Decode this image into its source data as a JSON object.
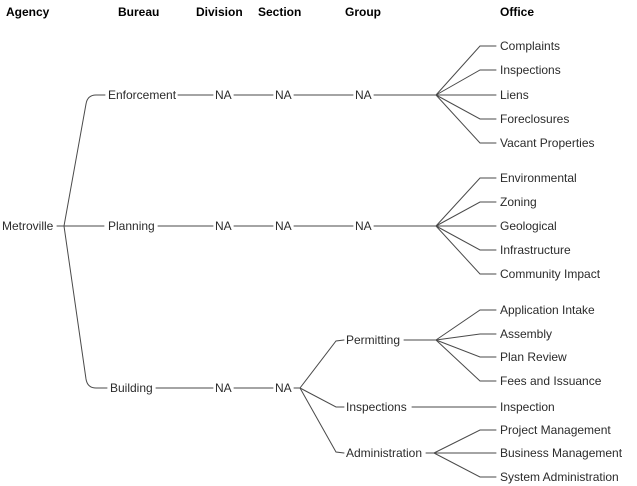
{
  "diagram": {
    "type": "org-chart-tree",
    "columns": [
      "Agency",
      "Bureau",
      "Division",
      "Section",
      "Group",
      "Office"
    ],
    "root": {
      "label": "Metroville"
    },
    "bureaus": [
      {
        "label": "Enforcement",
        "division": "NA",
        "section": "NA",
        "group": "NA",
        "offices": [
          "Complaints",
          "Inspections",
          "Liens",
          "Foreclosures",
          "Vacant Properties"
        ]
      },
      {
        "label": "Planning",
        "division": "NA",
        "section": "NA",
        "group": "NA",
        "offices": [
          "Environmental",
          "Zoning",
          "Geological",
          "Infrastructure",
          "Community Impact"
        ]
      },
      {
        "label": "Building",
        "division": "NA",
        "section": "NA",
        "groups": [
          {
            "label": "Permitting",
            "offices": [
              "Application Intake",
              "Assembly",
              "Plan Review",
              "Fees and Issuance"
            ]
          },
          {
            "label": "Inspections",
            "offices": [
              "Inspection"
            ]
          },
          {
            "label": "Administration",
            "offices": [
              "Project Management",
              "Business Management",
              "System Administration"
            ]
          }
        ]
      }
    ],
    "colors": {
      "background": "#ffffff",
      "line": "#4a4a4a",
      "text": "#2b2b2b",
      "header_text": "#000000"
    }
  }
}
